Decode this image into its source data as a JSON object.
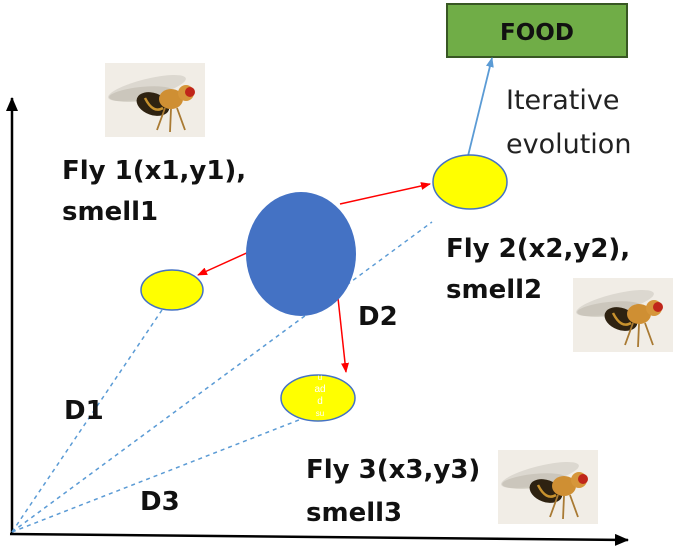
{
  "food": {
    "label": "FOOD",
    "fill": "#70ad47",
    "stroke": "#385723"
  },
  "evolution": {
    "line1": "Iterative",
    "line2": "evolution"
  },
  "flies": [
    {
      "line1": "Fly 1(x1,y1),",
      "line2": "smell1"
    },
    {
      "line1": "Fly 2(x2,y2),",
      "line2": "smell2"
    },
    {
      "line1": "Fly 3(x3,y3)",
      "line2": "smell3"
    }
  ],
  "distances": {
    "d1": "D1",
    "d2": "D2",
    "d3": "D3"
  },
  "overlay_text": {
    "line1": "u",
    "line2": "ad",
    "line3": "d",
    "line4": "su"
  },
  "colors": {
    "center_fly": "#4472c4",
    "fly_fill": "#ffff00",
    "fly_stroke": "#4472c4",
    "search_arrow": "#ff0000",
    "evolution_arrow": "#5b9bd5",
    "distance_line": "#5b9bd5",
    "axis": "#000000"
  },
  "icons": [
    "fruit-fly-photo"
  ]
}
